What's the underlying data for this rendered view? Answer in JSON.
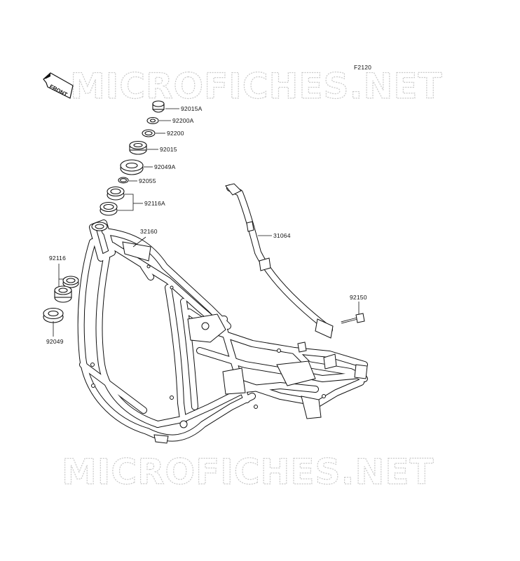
{
  "figure_code": "F2120",
  "watermark": "MICROFICHES.NET",
  "front_marker": "FRONT",
  "parts": {
    "p92015A": "92015A",
    "p92200A": "92200A",
    "p92200": "92200",
    "p92015": "92015",
    "p92049A": "92049A",
    "p92055": "92055",
    "p92116A": "92116A",
    "p32160": "32160",
    "p31064": "31064",
    "p92116": "92116",
    "p92150": "92150",
    "p92049": "92049"
  }
}
